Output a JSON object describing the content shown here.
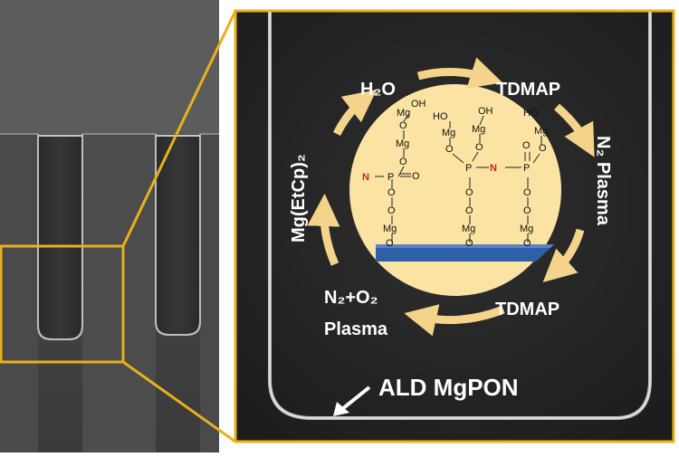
{
  "diagram": {
    "steps": {
      "top_left": "H₂O",
      "top_right": "TDMAP",
      "right": "N₂ Plasma",
      "bottom_right": "TDMAP",
      "bottom_left_line1": "N₂+O₂",
      "bottom_left_line2": "Plasma",
      "left": "Mg(EtCp)₂"
    },
    "film_label": "ALD MgPON",
    "chemistry": {
      "mg": "Mg",
      "o": "O",
      "oh": "OH",
      "ho": "HO",
      "p": "P",
      "n": "N",
      "eqo": "O"
    },
    "colors": {
      "highlight": "#e8b11c",
      "circle_fill": "#fbe3a4",
      "substrate": "#2f5fa6",
      "arrow": "#f3d48a",
      "sem_dark": "#2a2a2a",
      "nitrogen": "#d42020"
    }
  }
}
